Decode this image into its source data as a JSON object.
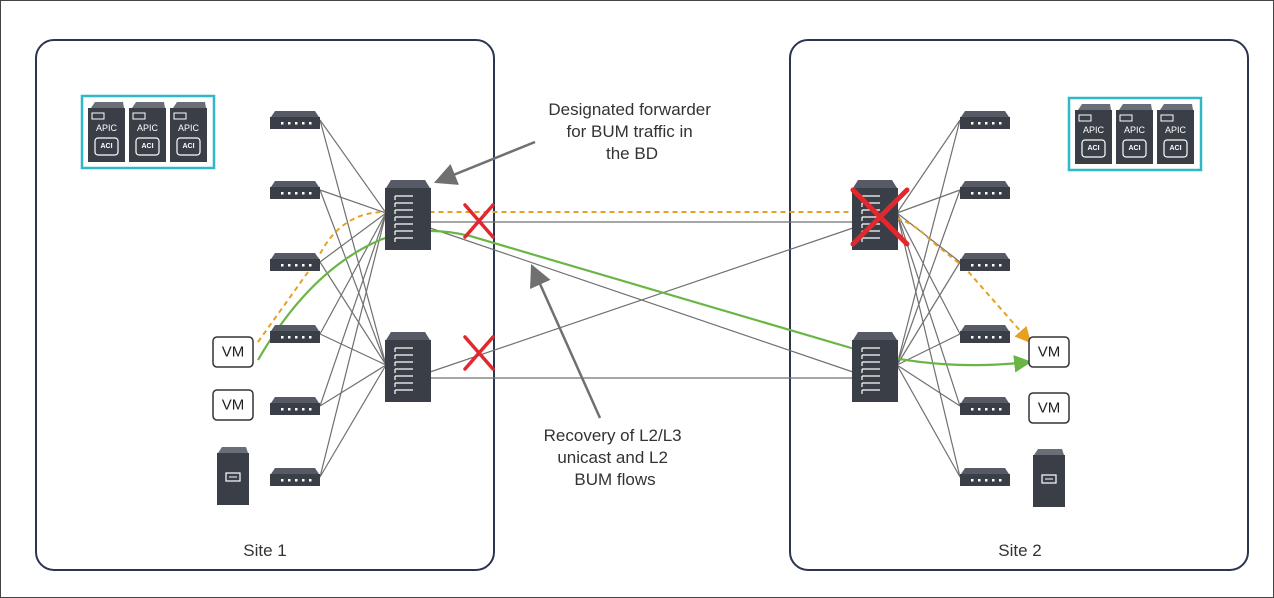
{
  "sites": [
    {
      "name": "Site 1"
    },
    {
      "name": "Site 2"
    }
  ],
  "annotations": {
    "designated_forwarder": [
      "Designated forwarder",
      "for BUM traffic in",
      "the BD"
    ],
    "recovery": [
      "Recovery of L2/L3",
      "unicast and L2",
      "BUM flows"
    ]
  },
  "vm_label": "VM",
  "apic": {
    "label": "APIC",
    "badge": "ACI"
  },
  "colors": {
    "site_border": "#2c3550",
    "apic_box": "#30b8c8",
    "bum_flow": "#e8a020",
    "unicast_flow": "#6ab545",
    "failure_mark": "#e0282e",
    "links": "#707070",
    "device": "#3a3e47"
  }
}
